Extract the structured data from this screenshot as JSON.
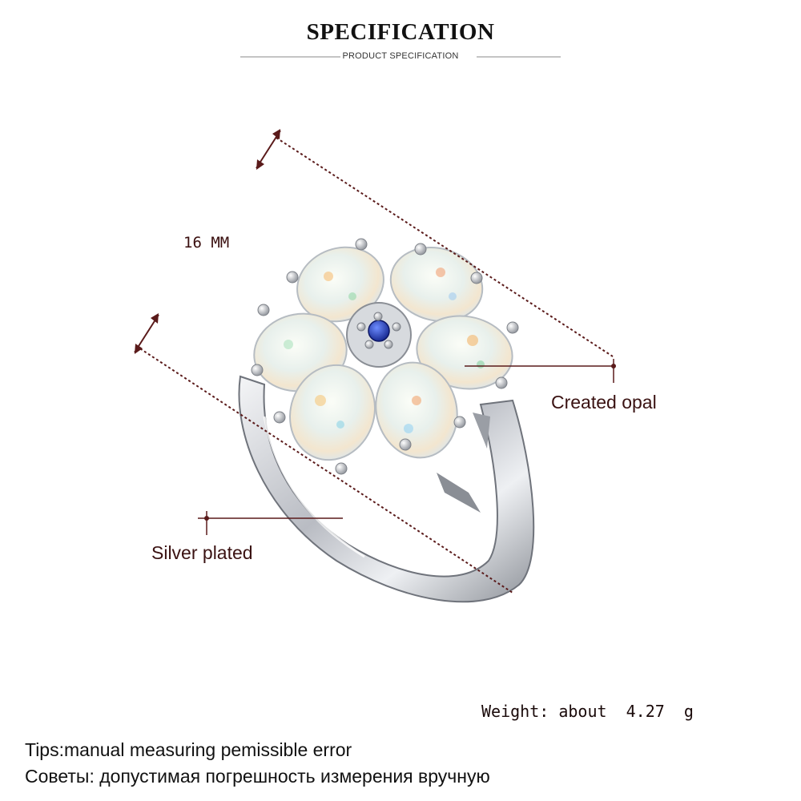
{
  "header": {
    "title": "SPECIFICATION",
    "subtitle": "PRODUCT SPECIFICATION"
  },
  "dimension": {
    "label": "16 MM"
  },
  "callouts": {
    "stone": "Created opal",
    "band": "Silver plated"
  },
  "weight": {
    "text": "Weight: about  4.27  g"
  },
  "tips": {
    "english": "Tips:manual measuring pemissible error",
    "russian": "Советы: допустимая погрешность измерения вручную"
  },
  "colors": {
    "line": "#5a1a1a",
    "silver": "#c9cbd1",
    "opal": "#f1f3ef",
    "center_stone": "#1f3fb8"
  }
}
